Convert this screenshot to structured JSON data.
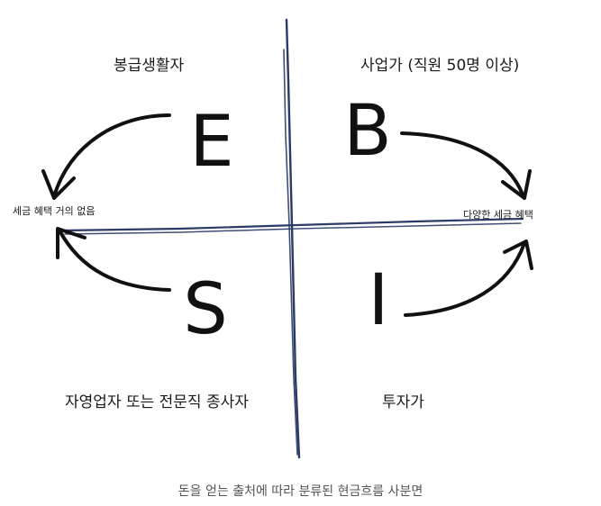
{
  "quadrants": {
    "top_left": {
      "letter": "E",
      "label": "봉급생활자"
    },
    "top_right": {
      "letter": "B",
      "label": "사업가 (직원 50명 이상)"
    },
    "bottom_left": {
      "letter": "S",
      "label": "자영업자 또는 전문직 종사자"
    },
    "bottom_right": {
      "letter": "I",
      "label": "투자가"
    }
  },
  "side_labels": {
    "left": "세금 혜택 거의 없음",
    "right": "다양한 세금 혜택"
  },
  "caption": "돈을 얻는 출처에 따라 분류된 현금흐름 사분면",
  "colors": {
    "axis": "#2b3a67",
    "ink": "#111111",
    "caption": "#555555"
  }
}
